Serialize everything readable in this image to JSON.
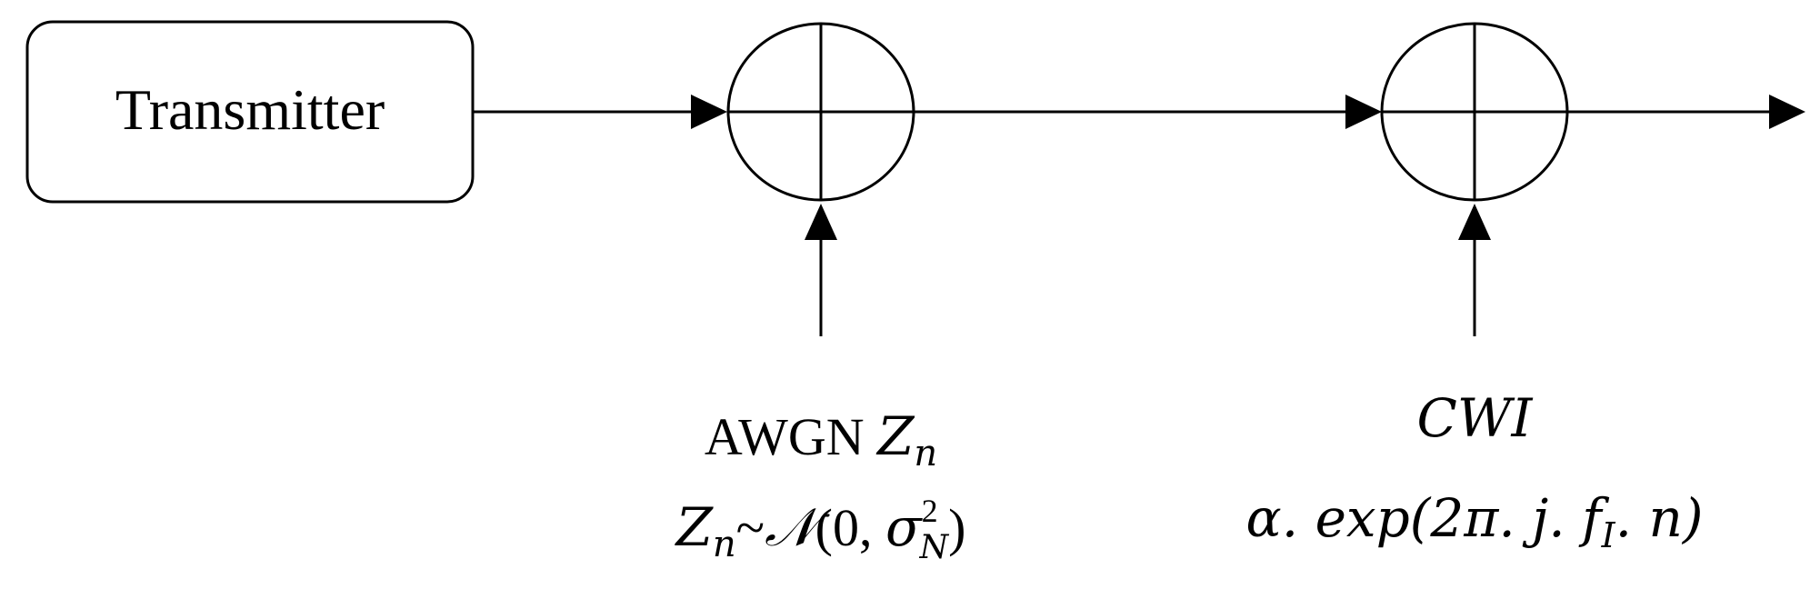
{
  "blocks": {
    "transmitter": "Transmitter"
  },
  "summers": [
    {
      "name": "awgn-summer",
      "labels": {
        "line1_prefix": "AWGN ",
        "line1_var": "Z",
        "line1_sub": "n",
        "line2_var": "Z",
        "line2_sub": "n",
        "line2_op": "~",
        "line2_dist": "𝒩",
        "line2_args_open": "(0, ",
        "line2_sigma": "σ",
        "line2_sigma_sup": "2",
        "line2_sigma_sub": "N",
        "line2_args_close": ")"
      }
    },
    {
      "name": "cwi-summer",
      "labels": {
        "line1": "CWI",
        "line2_prefix": "α. exp(2π. j. ",
        "line2_f": "f",
        "line2_f_sub": "I",
        "line2_suffix": ". n)"
      }
    }
  ],
  "colors": {
    "stroke": "#000000",
    "background": "#ffffff"
  }
}
